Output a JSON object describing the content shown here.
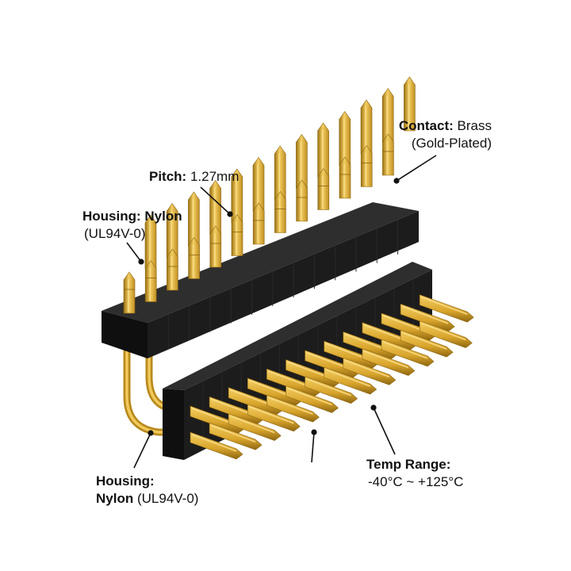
{
  "callouts": {
    "contact": {
      "key": "Contact:",
      "value": "Brass",
      "line2": "(Gold-Plated)"
    },
    "pitch": {
      "key": "Pitch:",
      "value": "1.27mm"
    },
    "housing_top": {
      "key": "Housing:",
      "value": "Nylon",
      "line2": "(UL94V-0)"
    },
    "housing_bottom": {
      "line1": "Housing:",
      "line2_key": "Nylon",
      "line2_value": "(UL94V-0)"
    },
    "temp": {
      "line1": "Temp Range:",
      "line2": "-40°C ~ +125°C"
    }
  },
  "colors": {
    "housing": "#1c1c1c",
    "housing_top": "#2e2e2e",
    "housing_side": "#0f0f0f",
    "pin_light": "#f4cf63",
    "pin_mid": "#d9a52c",
    "pin_dark": "#9c7212",
    "leader": "#111111"
  },
  "pins_per_row": 13
}
